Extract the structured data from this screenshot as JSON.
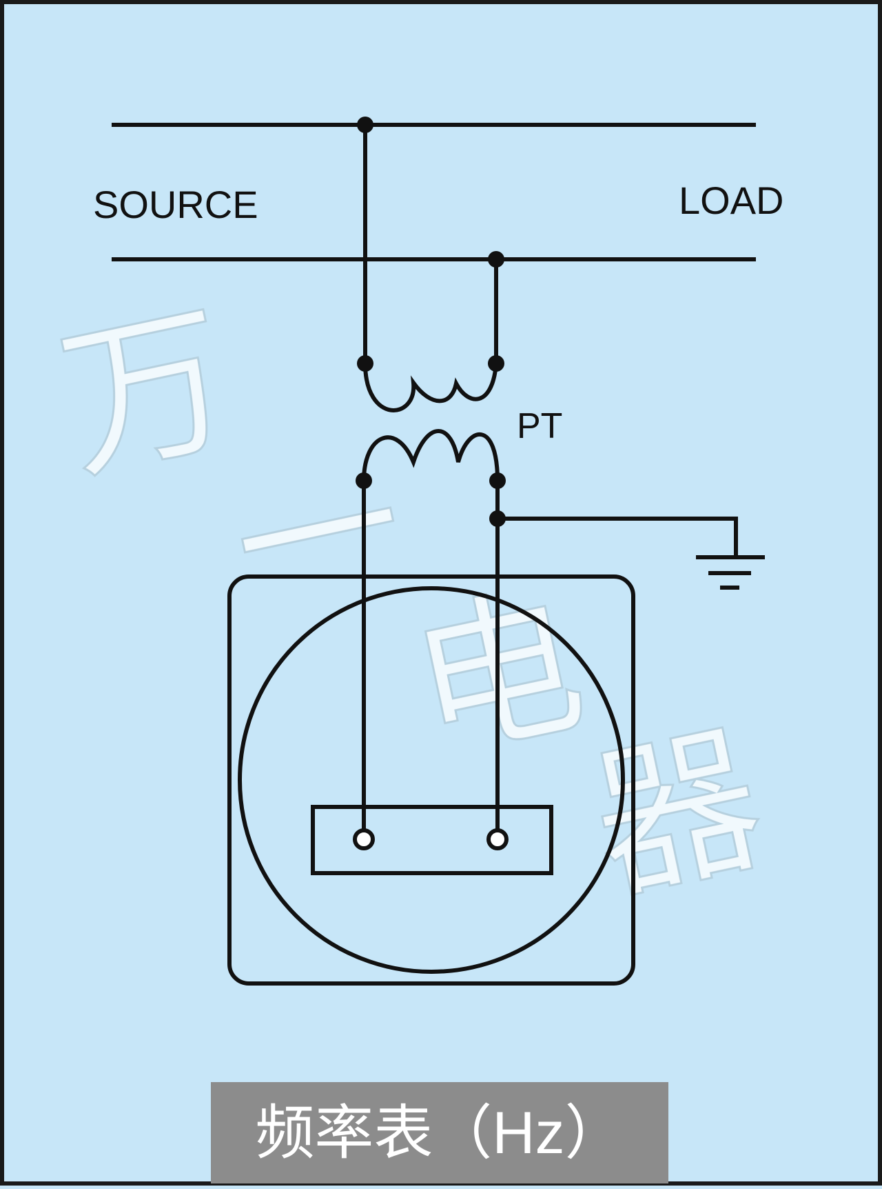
{
  "labels": {
    "source": "SOURCE",
    "load": "LOAD",
    "pt": "PT"
  },
  "caption": "频率表（Hz）",
  "watermark": "万一电器",
  "colors": {
    "background": "#c7e6f8",
    "line": "#111111",
    "border": "#1a1a1a",
    "caption_bg": "#8c8c8c",
    "caption_text": "#ffffff",
    "watermark": "#ffffff"
  }
}
